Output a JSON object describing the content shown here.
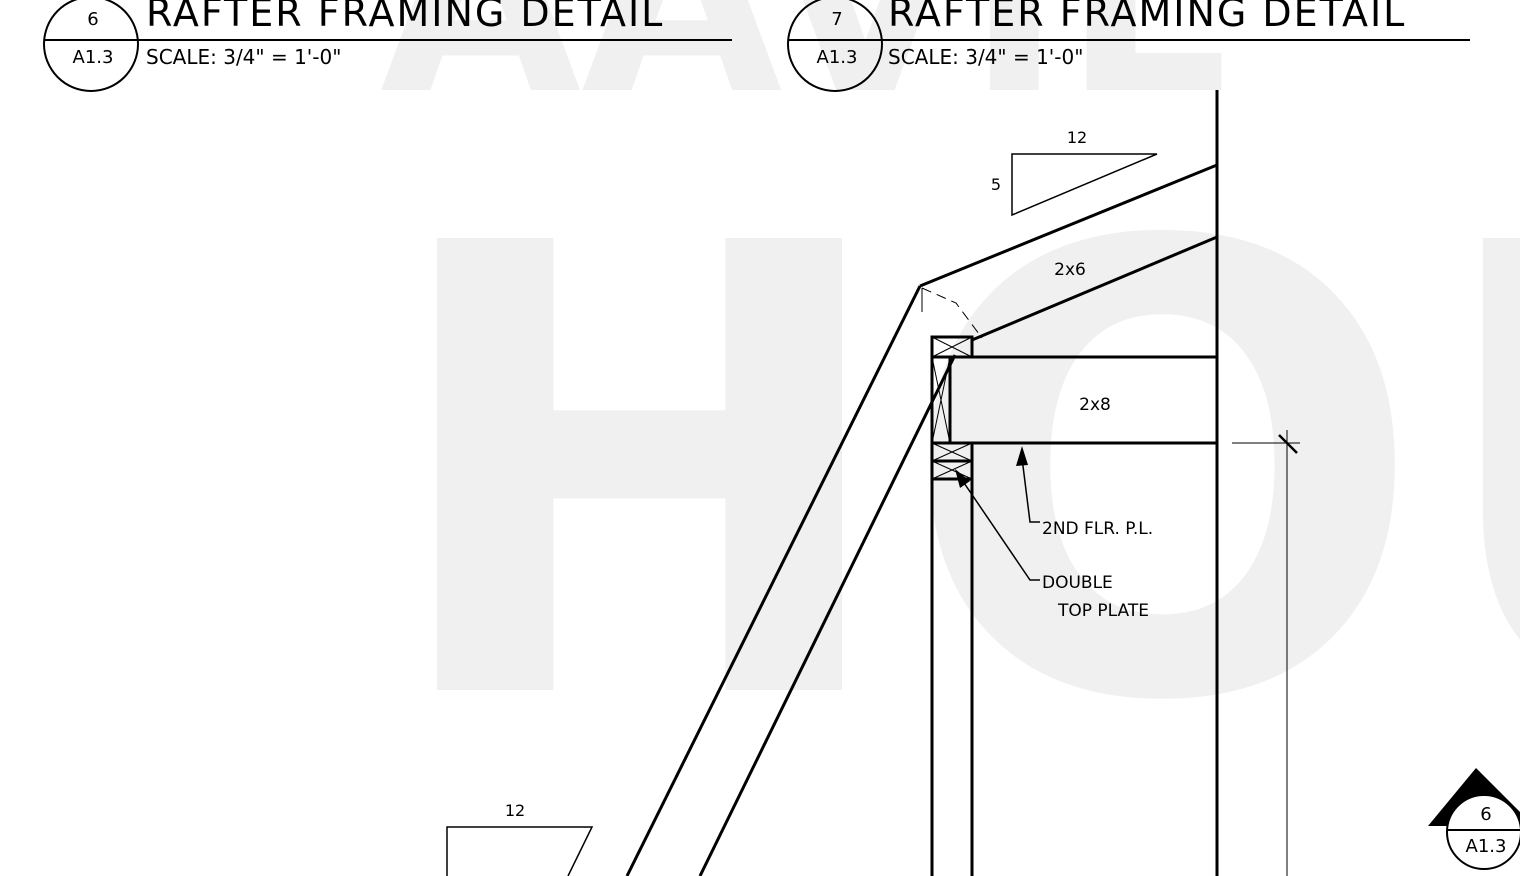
{
  "watermark": {
    "line1": "AAVIL",
    "line2": "HOU"
  },
  "details": [
    {
      "number": "6",
      "sheet": "A1.3",
      "title": "RAFTER FRAMING DETAIL",
      "scale": "SCALE: 3/4\" = 1'-0\""
    },
    {
      "number": "7",
      "sheet": "A1.3",
      "title": "RAFTER FRAMING DETAIL",
      "scale": "SCALE: 3/4\" = 1'-0\""
    }
  ],
  "drawing": {
    "roof_slope": {
      "run": "12",
      "rise": "5"
    },
    "roof_slope_lower": {
      "run": "12"
    },
    "rafter_label": "2x6",
    "joist_label": "2x8",
    "note_floor_line": "2ND FLR. P.L.",
    "note_plate_line1": "DOUBLE",
    "note_plate_line2": "TOP PLATE"
  },
  "section_marker": {
    "number": "6",
    "sheet": "A1.3"
  }
}
